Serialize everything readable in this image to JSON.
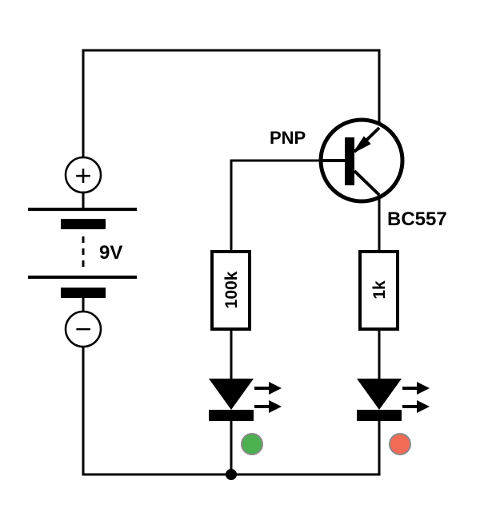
{
  "battery": {
    "voltage_label": "9V",
    "plus_symbol": "+",
    "minus_symbol": "−"
  },
  "transistor": {
    "type_label": "PNP",
    "part_label": "BC557"
  },
  "resistors": {
    "left_value": "100k",
    "right_value": "1k"
  },
  "leds": {
    "left_indicator_color": "#4caf50",
    "right_indicator_color": "#f26b55"
  }
}
